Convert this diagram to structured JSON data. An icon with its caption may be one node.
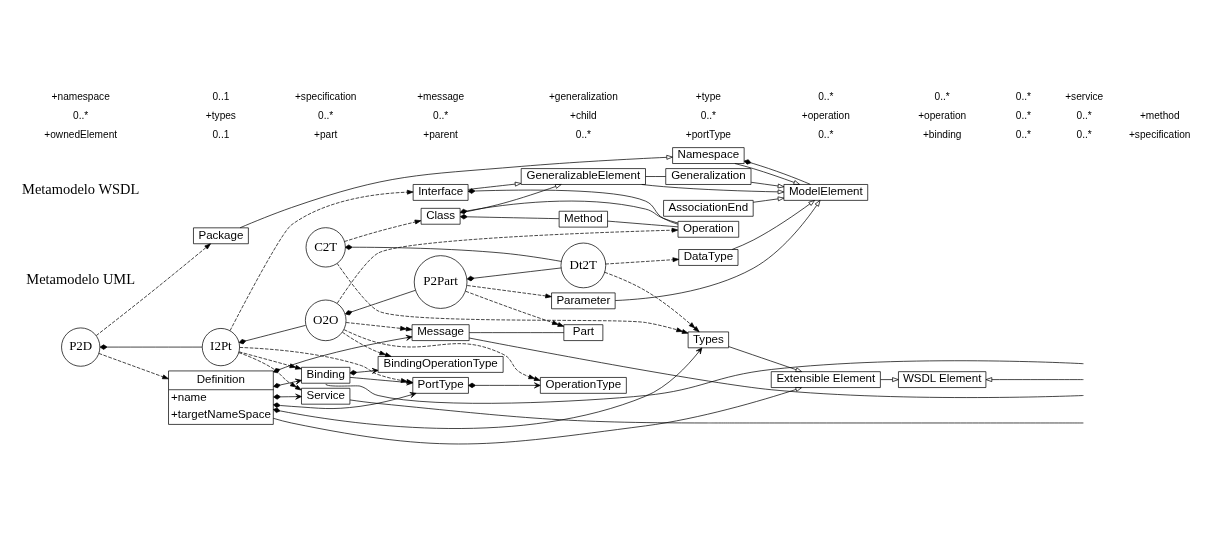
{
  "diagram": {
    "nodes": [
      {
        "text": [
          "ModelElement"
        ]
      },
      {
        "text": [
          "Namespace"
        ]
      },
      {
        "text": [
          "DataType"
        ]
      },
      {
        "text": [
          "Package"
        ]
      },
      {
        "text": [
          "GeneralizableElement"
        ]
      },
      {
        "text": [
          "Generalization"
        ]
      },
      {
        "text": [
          "AssociationEnd"
        ]
      },
      {
        "text": [
          "Class"
        ]
      },
      {
        "text": [
          "Interface"
        ]
      },
      {
        "text": [
          "Parameter"
        ]
      },
      {
        "text": [
          "Operation"
        ]
      },
      {
        "text": [
          "Method"
        ]
      },
      {
        "text": [
          "Dt2T"
        ]
      },
      {
        "text": [
          "P2D"
        ]
      },
      {
        "text": [
          "C2T"
        ]
      },
      {
        "text": [
          "P2Part"
        ]
      },
      {
        "text": [
          "I2Pt"
        ]
      },
      {
        "text": [
          "O2O"
        ]
      },
      {
        "text": [
          "WSDL Element"
        ]
      },
      {
        "text": [
          "Types"
        ]
      },
      {
        "text": [
          "Extensible Element"
        ]
      },
      {
        "text": [
          "Part"
        ]
      },
      {
        "text": [
          "Message"
        ]
      },
      {
        "text": [
          "PortType"
        ]
      },
      {
        "text": [
          "OperationType"
        ]
      },
      {
        "text": [
          "Binding"
        ]
      },
      {
        "text": [
          "BindingOperationType"
        ]
      },
      {
        "text": [
          "Service"
        ]
      },
      {
        "text": [
          "Definition",
          "+name",
          "+targetNameSpace"
        ]
      }
    ],
    "edges": [
      {
        "from": 1,
        "to": 0,
        "arrow": "to"
      },
      {
        "from": 1,
        "to": 0,
        "arrow": "other"
      },
      {
        "from": 2,
        "to": 0,
        "arrow": "to"
      },
      {
        "from": 3,
        "to": 1,
        "arrow": "to"
      },
      {
        "from": 4,
        "to": 0,
        "arrow": "to"
      },
      {
        "from": 5,
        "to": 0,
        "arrow": "to"
      },
      {
        "from": 4,
        "to": 5,
        "arrow": "none"
      },
      {
        "from": 6,
        "to": 0,
        "arrow": "to"
      },
      {
        "from": 7,
        "to": 4,
        "arrow": "to"
      },
      {
        "from": 8,
        "to": 4,
        "arrow": "to"
      },
      {
        "from": 9,
        "to": 0,
        "arrow": "to"
      },
      {
        "from": 7,
        "to": 10,
        "arrow": "other"
      },
      {
        "from": 7,
        "to": 11,
        "arrow": "other"
      },
      {
        "from": 8,
        "to": 10,
        "arrow": "other"
      },
      {
        "from": 11,
        "to": 10,
        "arrow": "none"
      },
      {
        "from": 12,
        "to": 2,
        "arrow": "to",
        "style": "dashed"
      },
      {
        "from": 12,
        "to": 19,
        "arrow": "to",
        "style": "dashed"
      },
      {
        "from": 13,
        "to": 3,
        "arrow": "to",
        "style": "dashed"
      },
      {
        "from": 13,
        "to": 28,
        "arrow": "to",
        "style": "dashed"
      },
      {
        "from": 14,
        "to": 7,
        "arrow": "to",
        "style": "dashed"
      },
      {
        "from": 14,
        "to": 19,
        "arrow": "to",
        "style": "dashed"
      },
      {
        "from": 15,
        "to": 9,
        "arrow": "to",
        "style": "dashed"
      },
      {
        "from": 15,
        "to": 21,
        "arrow": "to",
        "style": "dashed"
      },
      {
        "from": 16,
        "to": 8,
        "arrow": "to",
        "style": "dashed"
      },
      {
        "from": 16,
        "to": 23,
        "arrow": "to",
        "style": "dashed"
      },
      {
        "from": 16,
        "to": 25,
        "arrow": "to",
        "style": "dashed"
      },
      {
        "from": 16,
        "to": 27,
        "arrow": "to",
        "style": "dashed"
      },
      {
        "from": 17,
        "to": 10,
        "arrow": "to",
        "style": "dashed"
      },
      {
        "from": 17,
        "to": 22,
        "arrow": "to",
        "style": "dashed"
      },
      {
        "from": 17,
        "to": 24,
        "arrow": "to",
        "style": "dashed"
      },
      {
        "from": 17,
        "to": 26,
        "arrow": "to",
        "style": "dashed"
      },
      {
        "from": 14,
        "to": 12,
        "arrow": "other"
      },
      {
        "from": 15,
        "to": 12,
        "arrow": "other"
      },
      {
        "from": 13,
        "to": 16,
        "arrow": "other"
      },
      {
        "from": 16,
        "to": 17,
        "arrow": "other"
      },
      {
        "from": 17,
        "to": 15,
        "arrow": "other"
      },
      {
        "from": null,
        "to": 18,
        "arrow": "to"
      },
      {
        "from": 20,
        "to": 18,
        "arrow": "to"
      },
      {
        "from": 19,
        "to": 20,
        "arrow": "to"
      },
      {
        "from": 28,
        "to": 20,
        "arrow": "to"
      },
      {
        "from": 28,
        "to": 19,
        "arrow": "to"
      },
      {
        "from": 22,
        "to": 21,
        "arrow": "none"
      },
      {
        "from": 28,
        "to": 22,
        "arrow": "to"
      },
      {
        "from": 28,
        "to": 23,
        "arrow": "to"
      },
      {
        "from": 23,
        "to": 24,
        "arrow": "to"
      },
      {
        "from": 25,
        "to": 23,
        "arrow": "to"
      },
      {
        "from": 28,
        "to": 25,
        "arrow": "to"
      },
      {
        "from": 25,
        "to": 26,
        "arrow": "to"
      },
      {
        "from": 28,
        "to": 27,
        "arrow": "to"
      },
      {
        "from": 22,
        "to": null,
        "arrow": "none"
      },
      {
        "from": 25,
        "to": null,
        "arrow": "none"
      },
      {
        "from": 27,
        "to": null,
        "arrow": "none"
      }
    ],
    "labels": [
      "Metamodelo UML",
      "Metamodelo WSDL",
      "+ownedElement",
      "0..*",
      "+namespace",
      "0..1",
      "+types",
      "0..1",
      "+part",
      "0..*",
      "+specification",
      "+parent",
      "0..*",
      "+message",
      "0..*",
      "+child",
      "+generalization",
      "+portType",
      "0..*",
      "+type",
      "0..*",
      "+operation",
      "0..*",
      "+binding",
      "+operation",
      "0..*",
      "0..*",
      "0..*",
      "0..*",
      "0..*",
      "0..*",
      "+service",
      "+specification",
      "+method"
    ]
  }
}
